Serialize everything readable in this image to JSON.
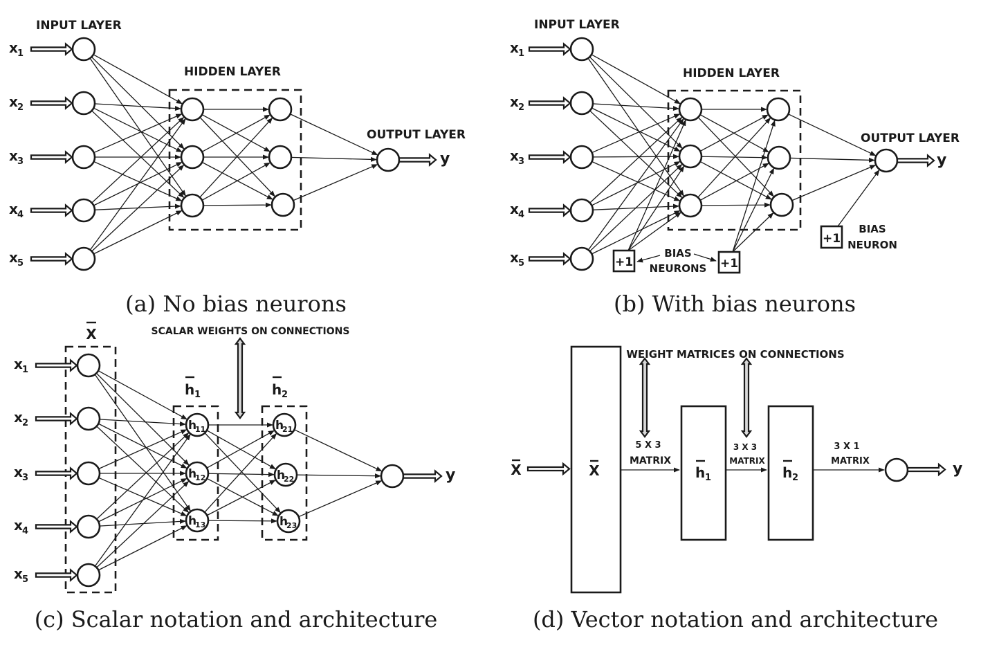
{
  "figure": {
    "panel_a": {
      "caption": "(a) No bias neurons",
      "input_layer_label": "INPUT LAYER",
      "hidden_layer_label": "HIDDEN LAYER",
      "output_layer_label": "OUTPUT LAYER",
      "inputs": [
        "x",
        "x",
        "x",
        "x",
        "x"
      ],
      "input_subscripts": [
        "1",
        "2",
        "3",
        "4",
        "5"
      ],
      "output": "y",
      "layer_sizes": [
        5,
        3,
        3,
        1
      ]
    },
    "panel_b": {
      "caption": "(b) With bias neurons",
      "input_layer_label": "INPUT LAYER",
      "hidden_layer_label": "HIDDEN LAYER",
      "output_layer_label": "OUTPUT LAYER",
      "inputs": [
        "x",
        "x",
        "x",
        "x",
        "x"
      ],
      "input_subscripts": [
        "1",
        "2",
        "3",
        "4",
        "5"
      ],
      "output": "y",
      "bias_value": "+1",
      "bias_neurons_label_1": "BIAS",
      "bias_neurons_label_2": "NEURONS",
      "bias_neuron_label_1": "BIAS",
      "bias_neuron_label_2": "NEURON",
      "layer_sizes": [
        5,
        3,
        3,
        1
      ]
    },
    "panel_c": {
      "caption": "(c) Scalar notation and architecture",
      "annotation": "SCALAR WEIGHTS ON CONNECTIONS",
      "input_vector_label": "X",
      "h1_label": "h",
      "h1_sub": "1",
      "h2_label": "h",
      "h2_sub": "2",
      "inputs": [
        "x",
        "x",
        "x",
        "x",
        "x"
      ],
      "input_subscripts": [
        "1",
        "2",
        "3",
        "4",
        "5"
      ],
      "hidden1_nodes": [
        {
          "base": "h",
          "sub": "11"
        },
        {
          "base": "h",
          "sub": "12"
        },
        {
          "base": "h",
          "sub": "13"
        }
      ],
      "hidden2_nodes": [
        {
          "base": "h",
          "sub": "21"
        },
        {
          "base": "h",
          "sub": "22"
        },
        {
          "base": "h",
          "sub": "23"
        }
      ],
      "output": "y"
    },
    "panel_d": {
      "caption": "(d) Vector notation and architecture",
      "annotation": "WEIGHT MATRICES ON CONNECTIONS",
      "input_label": "X",
      "block_x_label": "X",
      "block_h1_label": "h",
      "block_h1_sub": "1",
      "block_h2_label": "h",
      "block_h2_sub": "2",
      "matrix_1_dims": "5 X 3",
      "matrix_2_dims": "3 X 3",
      "matrix_3_dims": "3 X 1",
      "matrix_word": "MATRIX",
      "output": "y"
    }
  }
}
